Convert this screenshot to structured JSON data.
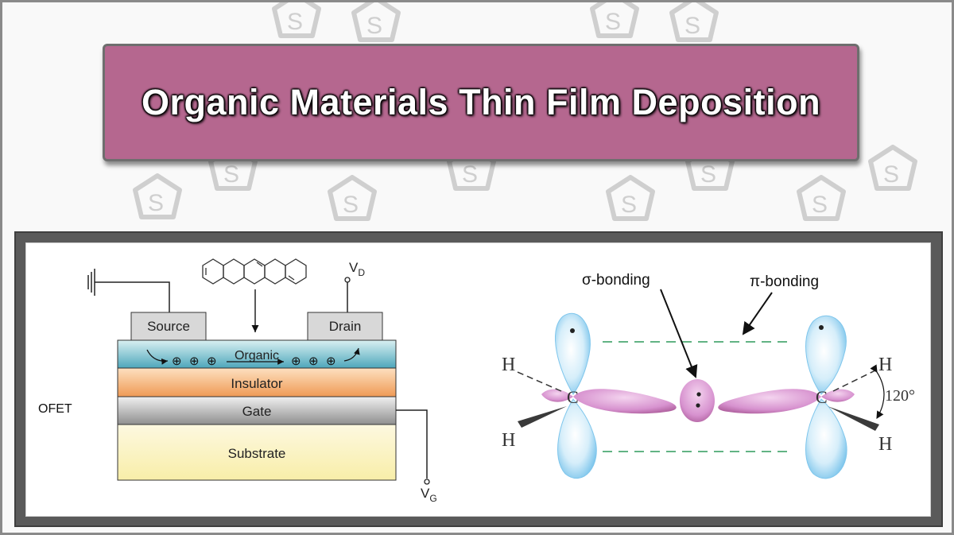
{
  "title": "Organic Materials Thin Film Deposition",
  "background_pattern": {
    "icon": "thiophene-ring-icon",
    "atom_label": "S"
  },
  "ofet": {
    "label": "OFET",
    "source": "Source",
    "drain": "Drain",
    "organic": "Organic",
    "insulator": "Insulator",
    "gate": "Gate",
    "substrate": "Substrate",
    "charge_symbol": "⊕",
    "vd_main": "V",
    "vd_sub": "D",
    "vg_main": "V",
    "vg_sub": "G",
    "colors": {
      "organic": "#6fb8c8",
      "insulator": "#f0a060",
      "gate": "#9a9a9a",
      "substrate": "#fbf3bf",
      "electrode": "#d3d3d3"
    }
  },
  "bonding": {
    "sigma_label": "σ-bonding",
    "pi_label": "π-bonding",
    "carbon": "C",
    "hydrogen": "H",
    "angle": "120°",
    "colors": {
      "p_orbital": "#a9dcf5",
      "sigma_lobe": "#d98ad0"
    }
  }
}
